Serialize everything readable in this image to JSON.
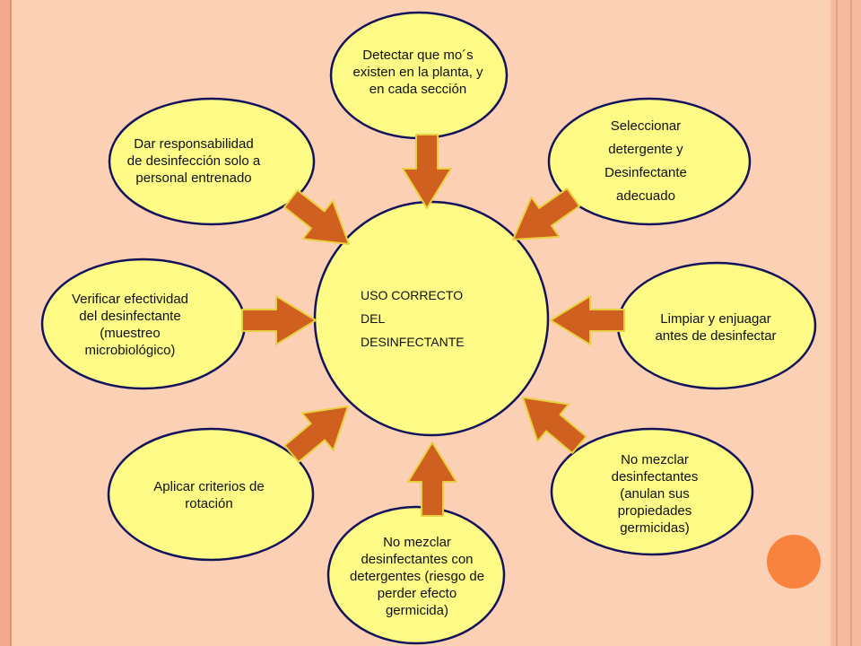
{
  "diagram": {
    "center": "USO CORRECTO\n        DEL\nDESINFECTANTE",
    "nodes": {
      "top": "Detectar que mo´s\nexisten en la planta, y\nen cada sección",
      "top_right": "Seleccionar\ndetergente y\nDesinfectante\nadecuado",
      "right": "Limpiar y enjuagar\nantes de desinfectar",
      "bottom_right": "No mezclar\ndesinfectantes\n(anulan sus\npropiedades\ngermicidas)",
      "bottom": "No mezclar\ndesinfectantes con\ndetergentes (riesgo de\nperder efecto\ngermicida)",
      "bottom_left": "Aplicar criterios de\nrotación",
      "left": "Verificar efectividad\ndel desinfectante\n(muestreo\nmicrobiológico)",
      "top_left": "Dar responsabilidad\nde desinfección solo a\npersonal entrenado"
    },
    "colors": {
      "ellipse_fill": "#fdfa86",
      "ellipse_stroke": "#13135c",
      "arrow_fill": "#d06020",
      "arrow_stroke": "#e8d040",
      "accent_dot": "#f8833f"
    }
  }
}
